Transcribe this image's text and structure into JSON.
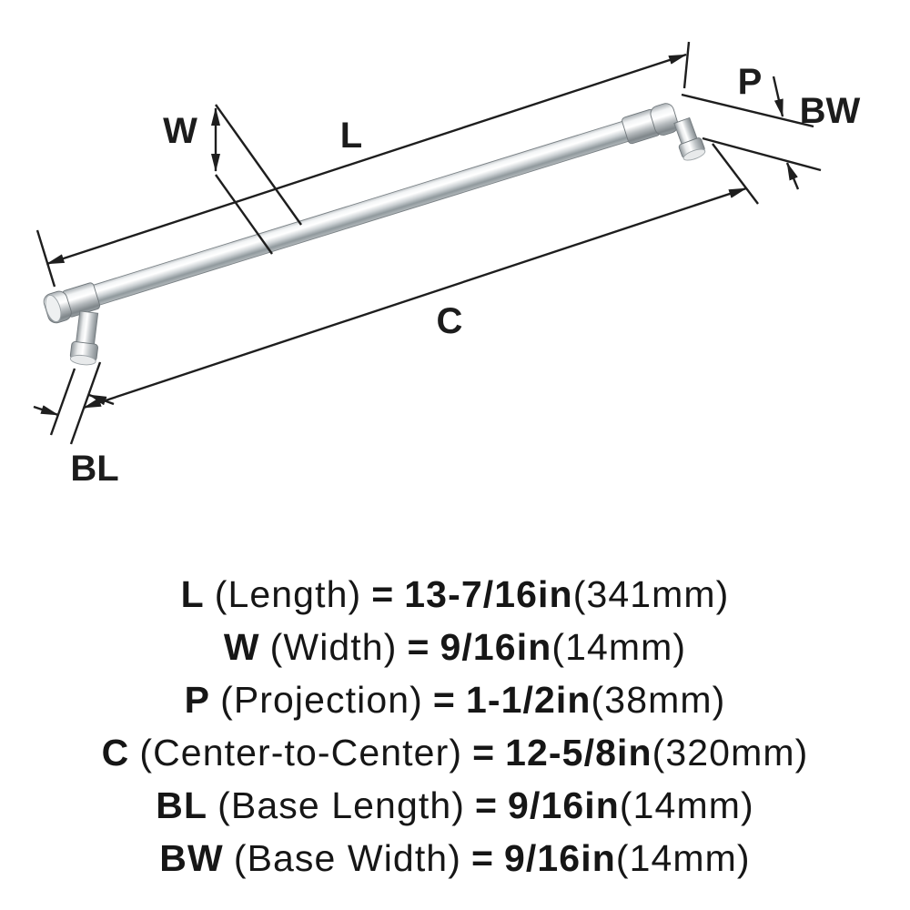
{
  "colors": {
    "background": "#ffffff",
    "line": "#1e1e1e",
    "text": "#161616",
    "metal_highlight": "#ffffff",
    "metal_mid": "#c2c7ca",
    "metal_shadow": "#8e969a"
  },
  "diagram": {
    "labels": {
      "length": "L",
      "width": "W",
      "projection": "P",
      "center_to_center": "C",
      "base_length": "BL",
      "base_width": "BW"
    }
  },
  "specs": {
    "rows": [
      {
        "code": "L",
        "name": "(Length)",
        "equals": "=",
        "value": "13-7/16in",
        "metric": "(341mm)"
      },
      {
        "code": "W",
        "name": "(Width)",
        "equals": "=",
        "value": "9/16in",
        "metric": "(14mm)"
      },
      {
        "code": "P",
        "name": "(Projection)",
        "equals": "=",
        "value": "1-1/2in",
        "metric": "(38mm)"
      },
      {
        "code": "C",
        "name": "(Center-to-Center)",
        "equals": "=",
        "value": "12-5/8in",
        "metric": "(320mm)"
      },
      {
        "code": "BL",
        "name": "(Base Length)",
        "equals": "=",
        "value": "9/16in",
        "metric": "(14mm)"
      },
      {
        "code": "BW",
        "name": "(Base Width)",
        "equals": "=",
        "value": "9/16in",
        "metric": "(14mm)"
      }
    ]
  }
}
